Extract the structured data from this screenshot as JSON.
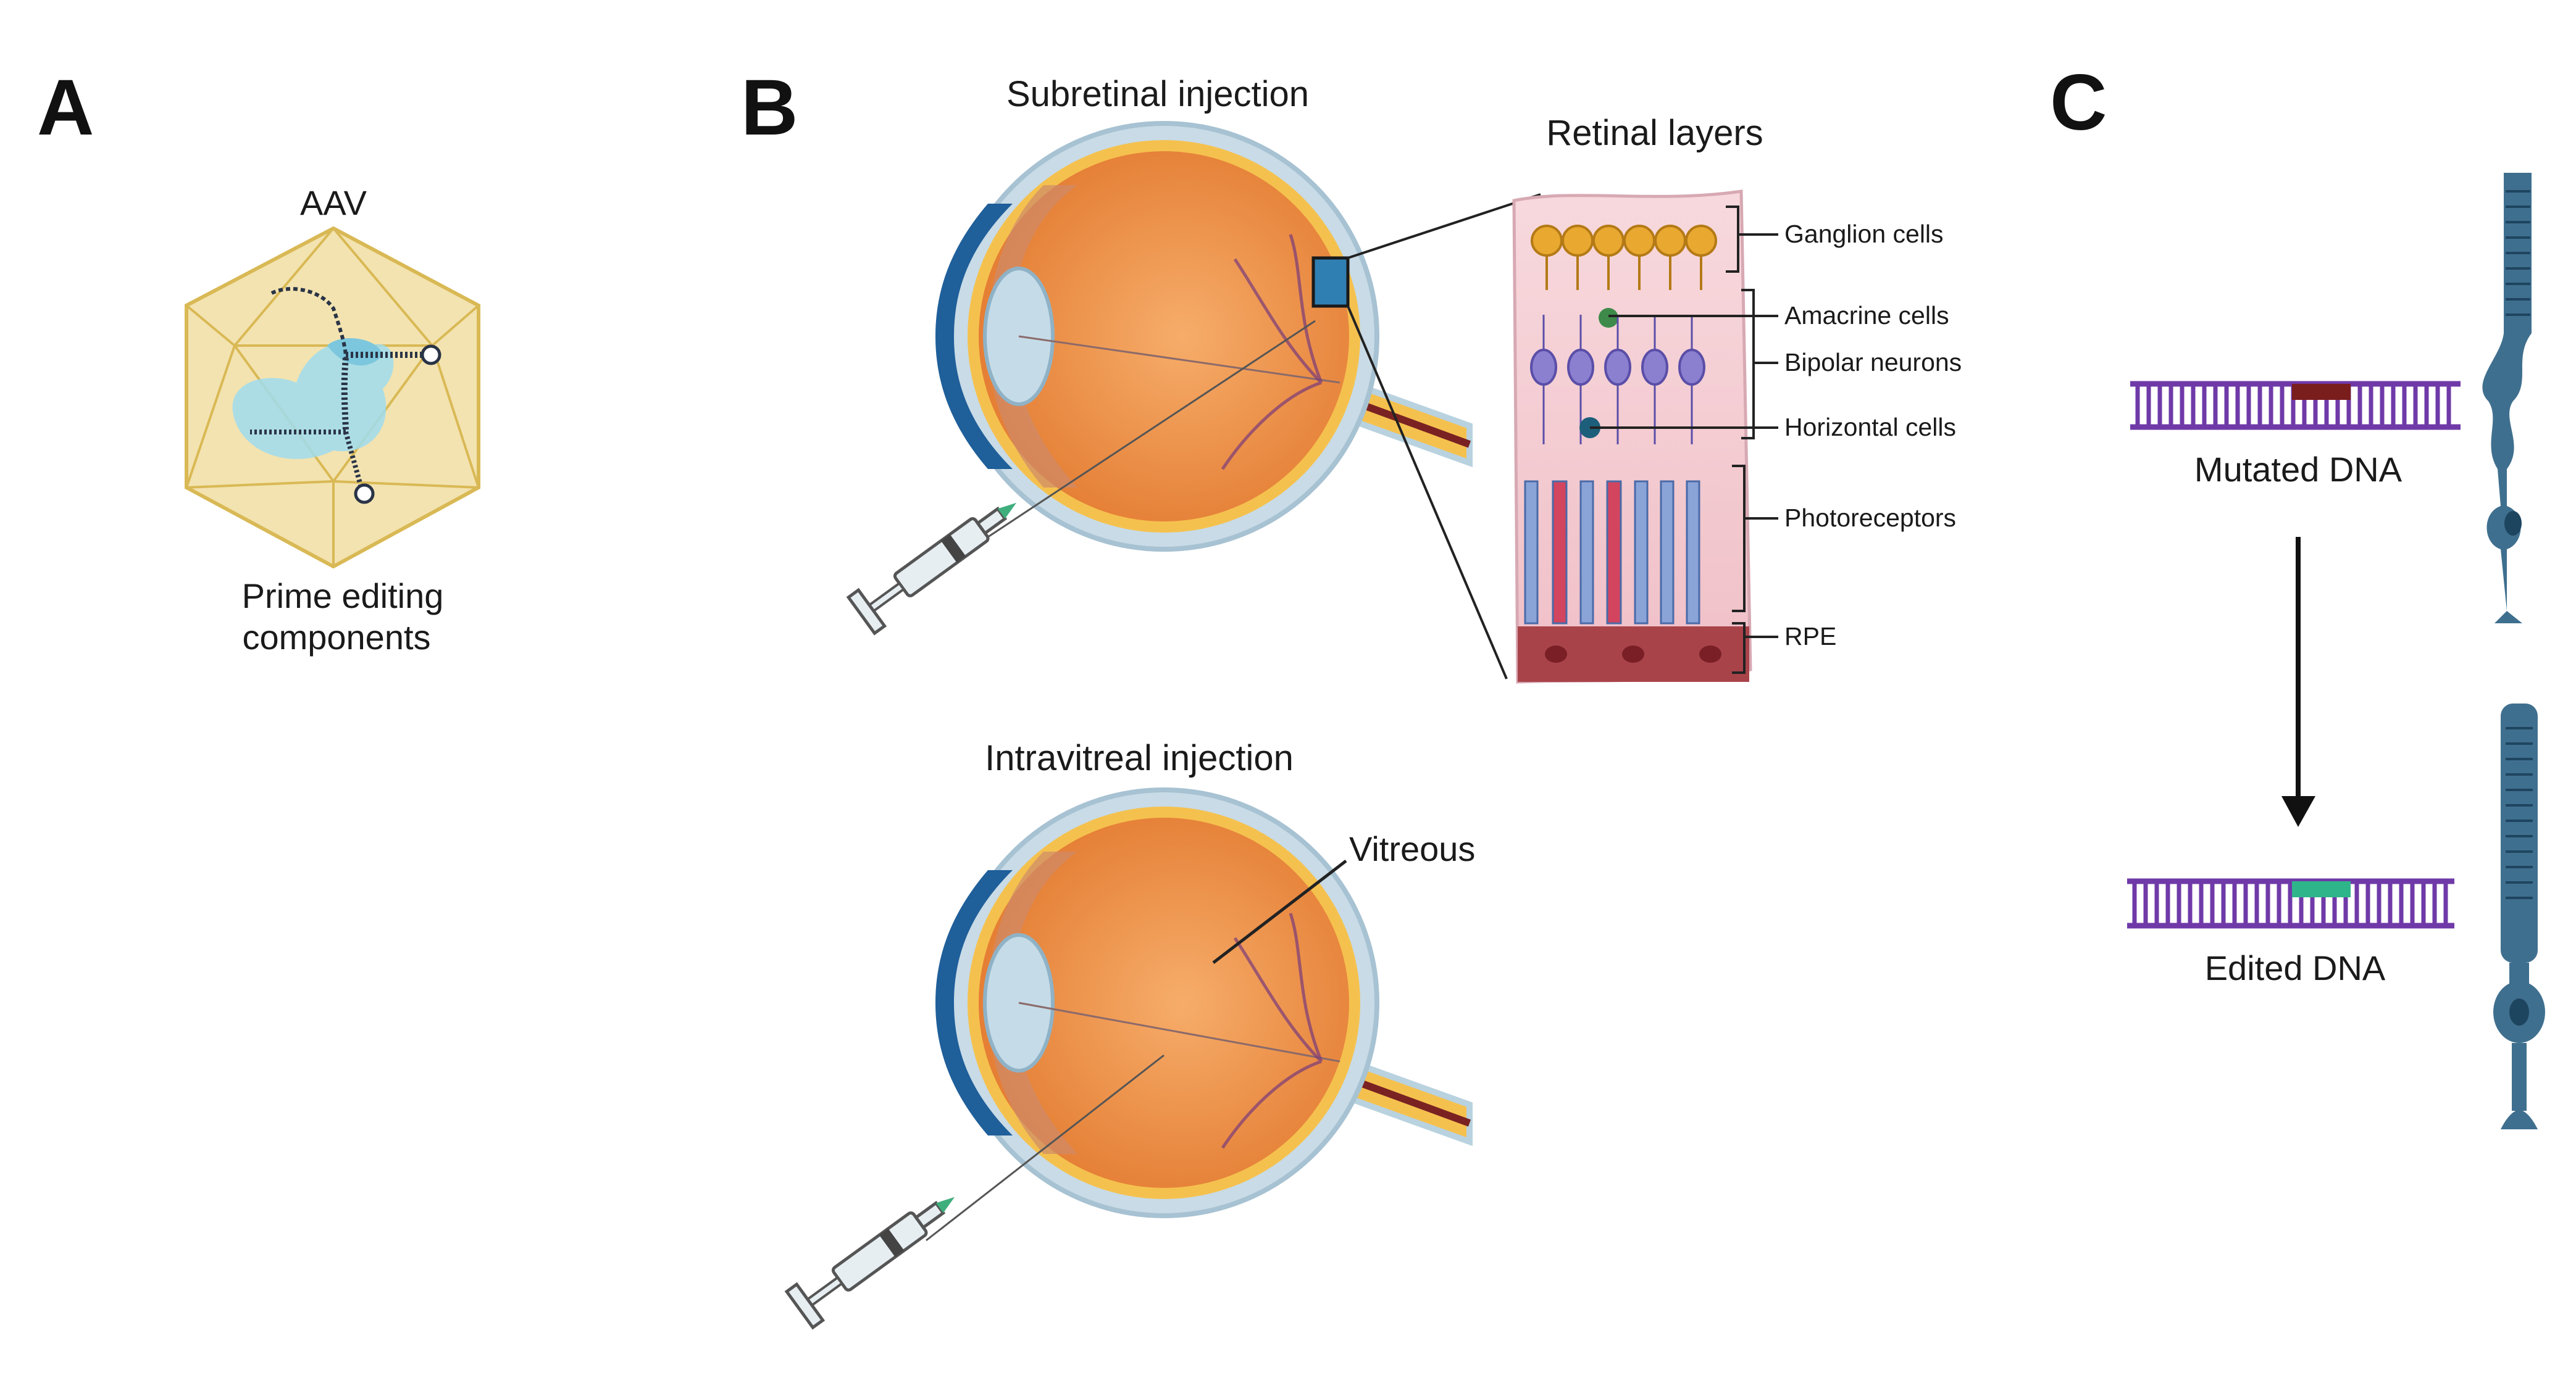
{
  "panels": {
    "a": {
      "letter": "A",
      "capsid_label": "AAV",
      "cargo_label_line1": "Prime editing",
      "cargo_label_line2": "components"
    },
    "b": {
      "letter": "B",
      "subretinal_title": "Subretinal injection",
      "intravitreal_title": "Intravitreal injection",
      "retina_title": "Retinal layers",
      "vitreous_label": "Vitreous",
      "layers": [
        "Ganglion cells",
        "Amacrine cells",
        "Bipolar neurons",
        "Horizontal cells",
        "Photoreceptors",
        "RPE"
      ]
    },
    "c": {
      "letter": "C",
      "mutated_label": "Mutated DNA",
      "edited_label": "Edited DNA"
    }
  },
  "colors": {
    "capsid": "#e9cf6a",
    "cargo": "#8ed3e8",
    "sclera": "#b9d2df",
    "eye_body": "#ea8a3e",
    "retina_block": "#f4c7cf",
    "dna": "#6f3aa8",
    "mutation": "#7a1d1d",
    "edit": "#2fb58a",
    "photoreceptor": "#3f6f8e"
  }
}
